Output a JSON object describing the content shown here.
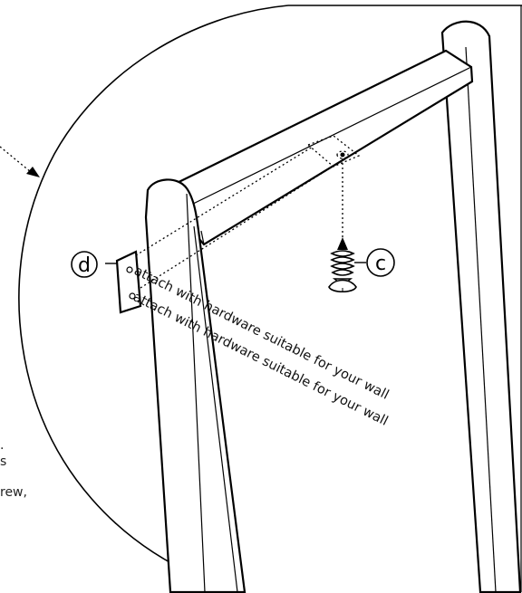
{
  "callouts": {
    "d": "d",
    "c": "c"
  },
  "annotations": {
    "line1": "attach with hardware suitable for your wall",
    "line2": "attach with hardware suitable for your wall"
  },
  "side_fragments": {
    "line1": ".",
    "line2": "s",
    "line3": "rew,"
  }
}
